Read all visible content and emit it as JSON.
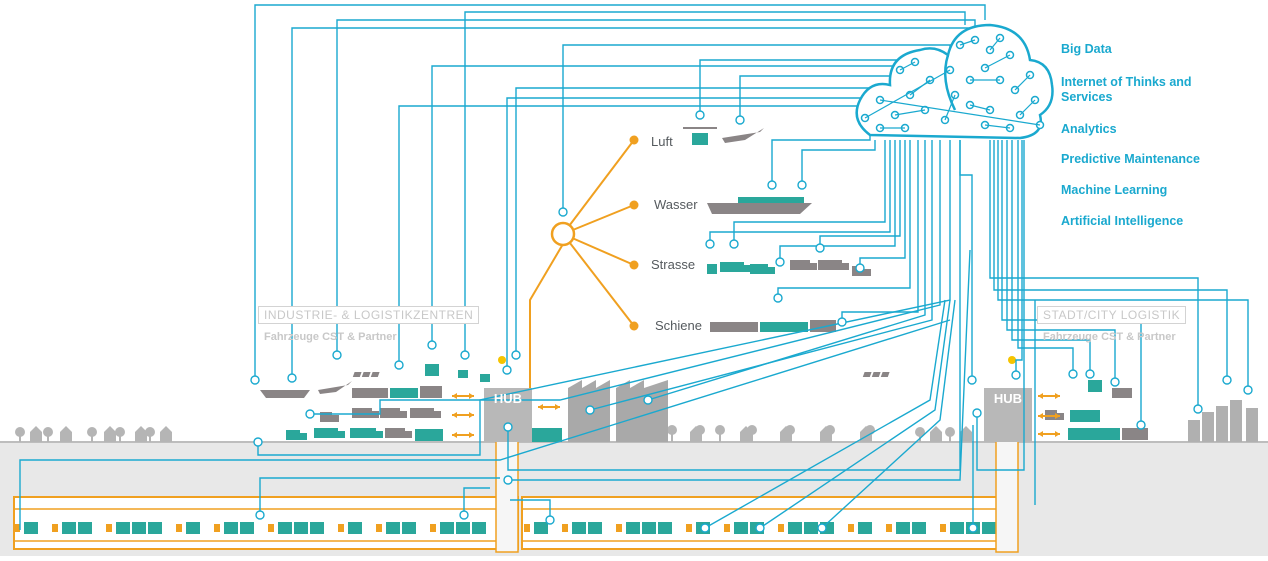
{
  "cloud_labels": [
    "Big Data",
    "Internet of Thinks and Services",
    "Analytics",
    "Predictive Maintenance",
    "Machine Learning",
    "Artificial Intelligence"
  ],
  "transport_modes": [
    "Luft",
    "Wasser",
    "Strasse",
    "Schiene"
  ],
  "left_zone": {
    "title": "INDUSTRIE- & LOGISTIKZENTREN",
    "subtitle": "Fahrzeuge CST & Partner"
  },
  "right_zone": {
    "title": "STADT/CITY LOGISTIK",
    "subtitle": "Fahrzeuge CST & Partner"
  },
  "hub_label": "HUB",
  "colors": {
    "network": "#1aa9cf",
    "accent": "#f0a020",
    "vehicle_grey": "#8a8586",
    "cargo_green": "#2aa79b",
    "ground": "#e6e6e6"
  }
}
